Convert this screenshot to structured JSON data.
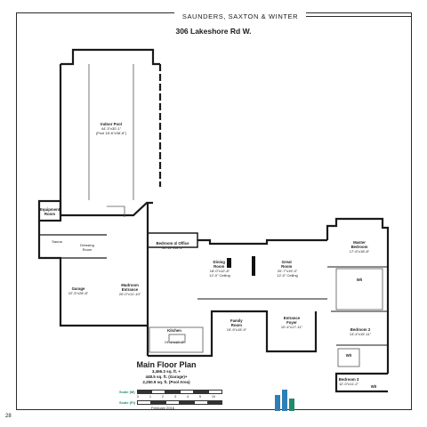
{
  "header": {
    "firm": "SAUNDERS, SAXTON & WINTER",
    "address": "306 Lakeshore Rd W."
  },
  "rooms": {
    "indoor_pool": {
      "name": "Indoor Pool",
      "dim": "44'-3\"x30'-1\"",
      "note": "(Pool 18'-6\"x38'-8\")"
    },
    "equipment": {
      "name": "Equipment Room"
    },
    "sauna": {
      "name": "Sauna"
    },
    "dressing": {
      "name": "Dressing Room"
    },
    "garage": {
      "name": "Garage",
      "dim": "22'-5\"x28'-8\""
    },
    "mudroom": {
      "name": "Mudroom Entrance",
      "dim": "20'-0\"x11'-10\""
    },
    "bedroom4": {
      "name": "Bedroom 4/ Office",
      "dim": "14'-11\"x14'-2\""
    },
    "dining": {
      "name": "Dining Room",
      "dim": "18'-0\"x12'-8\"",
      "ceiling": "12'-0\" Ceiling"
    },
    "great": {
      "name": "Great Room",
      "dim": "20'-7\"x19'-3\"",
      "ceiling": "12'-0\" Ceiling"
    },
    "master": {
      "name": "Master Bedroom",
      "dim": "17'-6\"x18'-8\""
    },
    "wi1": {
      "name": "W/I"
    },
    "kitchen": {
      "name": "Kitchen",
      "dim": "19'-1\"x12'-3\""
    },
    "family": {
      "name": "Family Room",
      "dim": "15'-9\"x15'-9\""
    },
    "foyer": {
      "name": "Entrance Foyer",
      "dim": "10'-4\"x17'-11\""
    },
    "bedroom2": {
      "name": "Bedroom 2",
      "dim": "13'-4\"x15'-11\""
    },
    "wi2": {
      "name": "W/I"
    },
    "bedroom3": {
      "name": "Bedroom 3",
      "dim": "12'-0\"x11'-2\""
    },
    "wi3": {
      "name": "W/I"
    }
  },
  "plan_title": "Main Floor Plan",
  "areas": [
    "3,466.3 sq. ft. +",
    "448.5 sq. ft. (Garage)+",
    "2,250.9 sq. ft. (Pool Area)"
  ],
  "scale": {
    "label_m": "Scale (M)",
    "label_ft": "Scale (Ft)",
    "ticks_m": [
      "0",
      "1",
      "2",
      "3",
      "4",
      "5",
      "10"
    ],
    "date": "February 2016"
  },
  "page_number": "28",
  "colors": {
    "wall": "#1a1a1a",
    "accent": "#1f8a70",
    "logo": "#2f7fb6"
  }
}
